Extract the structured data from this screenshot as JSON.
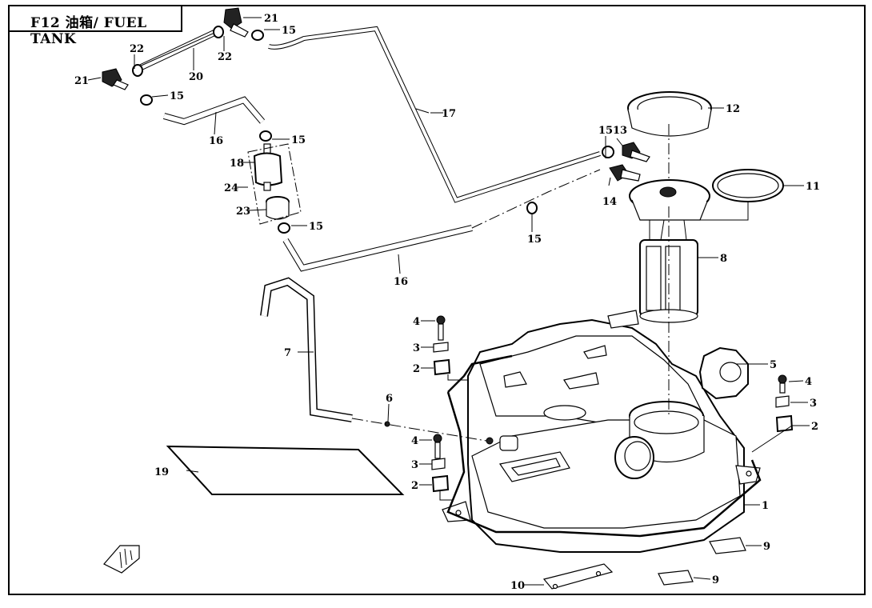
{
  "title": "F12 油箱/ FUEL TANK",
  "callouts": {
    "c1": "1",
    "c2a": "2",
    "c2b": "2",
    "c2c": "2",
    "c3a": "3",
    "c3b": "3",
    "c3c": "3",
    "c4a": "4",
    "c4b": "4",
    "c4c": "4",
    "c5": "5",
    "c6": "6",
    "c7": "7",
    "c8": "8",
    "c9a": "9",
    "c9b": "9",
    "c10": "10",
    "c11": "11",
    "c12": "12",
    "c13": "13",
    "c14": "14",
    "c15a": "15",
    "c15b": "15",
    "c15c": "15",
    "c15d": "15",
    "c15e": "15",
    "c15f": "15",
    "c16a": "16",
    "c16b": "16",
    "c17": "17",
    "c18": "18",
    "c19": "19",
    "c20": "20",
    "c21a": "21",
    "c21b": "21",
    "c22a": "22",
    "c22b": "22",
    "c23": "23",
    "c24": "24"
  },
  "front_icon": "front-direction-icon"
}
